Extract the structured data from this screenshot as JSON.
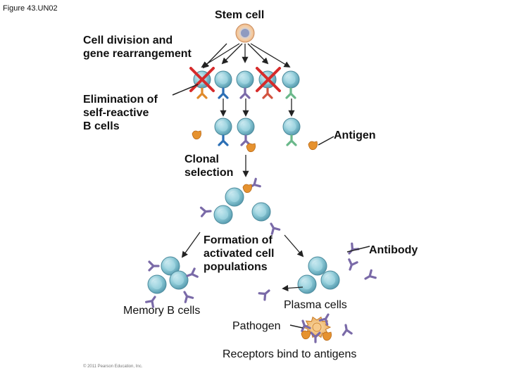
{
  "figure_label": "Figure 43.UN02",
  "labels": {
    "stem_cell": "Stem cell",
    "cell_division": "Cell division and\ngene rearrangement",
    "elimination": "Elimination of\nself-reactive\nB cells",
    "antigen": "Antigen",
    "clonal_selection": "Clonal\nselection",
    "formation": "Formation of\nactivated cell\npopulations",
    "antibody": "Antibody",
    "memory_b_cells": "Memory B cells",
    "plasma_cells": "Plasma cells",
    "pathogen": "Pathogen",
    "receptors_bind": "Receptors bind to antigens"
  },
  "copyright": "© 2011 Pearson Education, Inc.",
  "colors": {
    "cell": "#86c8d4",
    "stem_cell": "#f2c49a",
    "receptor_blue": "#2b6fb5",
    "receptor_purple": "#7a6aa8",
    "receptor_orange": "#e08a2a",
    "receptor_red": "#d2533f",
    "receptor_green": "#6ab88a",
    "antigen": "#e6922f",
    "cross": "#d62b2b",
    "arrow": "#222222"
  }
}
